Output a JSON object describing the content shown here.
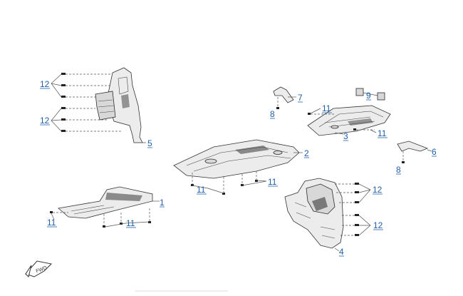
{
  "callouts": {
    "c1": "1",
    "c2": "2",
    "c3": "3",
    "c4": "4",
    "c5": "5",
    "c6": "6",
    "c7": "7",
    "c8a": "8",
    "c8b": "8",
    "c9": "9",
    "c11a": "11",
    "c11b": "11",
    "c11c": "11",
    "c11d": "11",
    "c11e": "11",
    "c11f": "11",
    "c12a": "12",
    "c12b": "12",
    "c12c": "12",
    "c12d": "12"
  },
  "fwd_label": "FWD",
  "colors": {
    "callout": "#1f5fa8",
    "line": "#333333",
    "part_fill": "#ececec"
  }
}
